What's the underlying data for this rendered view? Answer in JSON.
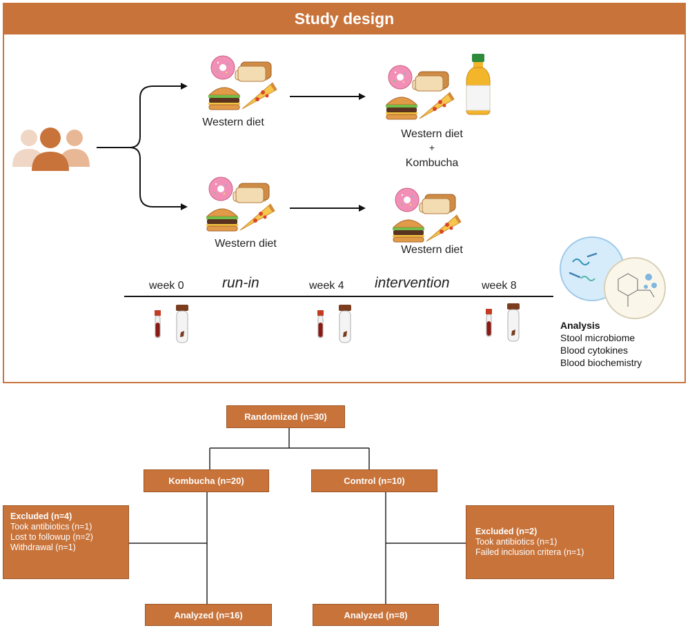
{
  "study_design": {
    "title": "Study design",
    "arm_top": {
      "baseline_label": "Western diet",
      "intervention_label_line1": "Western diet",
      "intervention_plus": "+",
      "intervention_label_line2": "Kombucha"
    },
    "arm_bottom": {
      "baseline_label": "Western diet",
      "intervention_label": "Western diet"
    },
    "timeline": {
      "week0": "week 0",
      "week4": "week 4",
      "week8": "week 8",
      "phase1": "run-in",
      "phase2": "intervention"
    },
    "analysis": {
      "heading": "Analysis",
      "items": [
        "Stool microbiome",
        "Blood cytokines",
        "Blood biochemistry"
      ]
    }
  },
  "flowchart": {
    "randomized": "Randomized (n=30)",
    "kombucha": "Kombucha (n=20)",
    "control": "Control (n=10)",
    "excluded_left": {
      "heading": "Excluded (n=4)",
      "lines": [
        "Took antibiotics (n=1)",
        "Lost to followup (n=2)",
        "Withdrawal (n=1)"
      ]
    },
    "excluded_right": {
      "heading": "Excluded (n=2)",
      "lines": [
        "Took antibiotics (n=1)",
        "Failed inclusion critera (n=1)"
      ]
    },
    "analyzed_left": "Analyzed (n=16)",
    "analyzed_right": "Analyzed (n=8)"
  },
  "colors": {
    "accent": "#c8733a",
    "line": "#222222"
  }
}
